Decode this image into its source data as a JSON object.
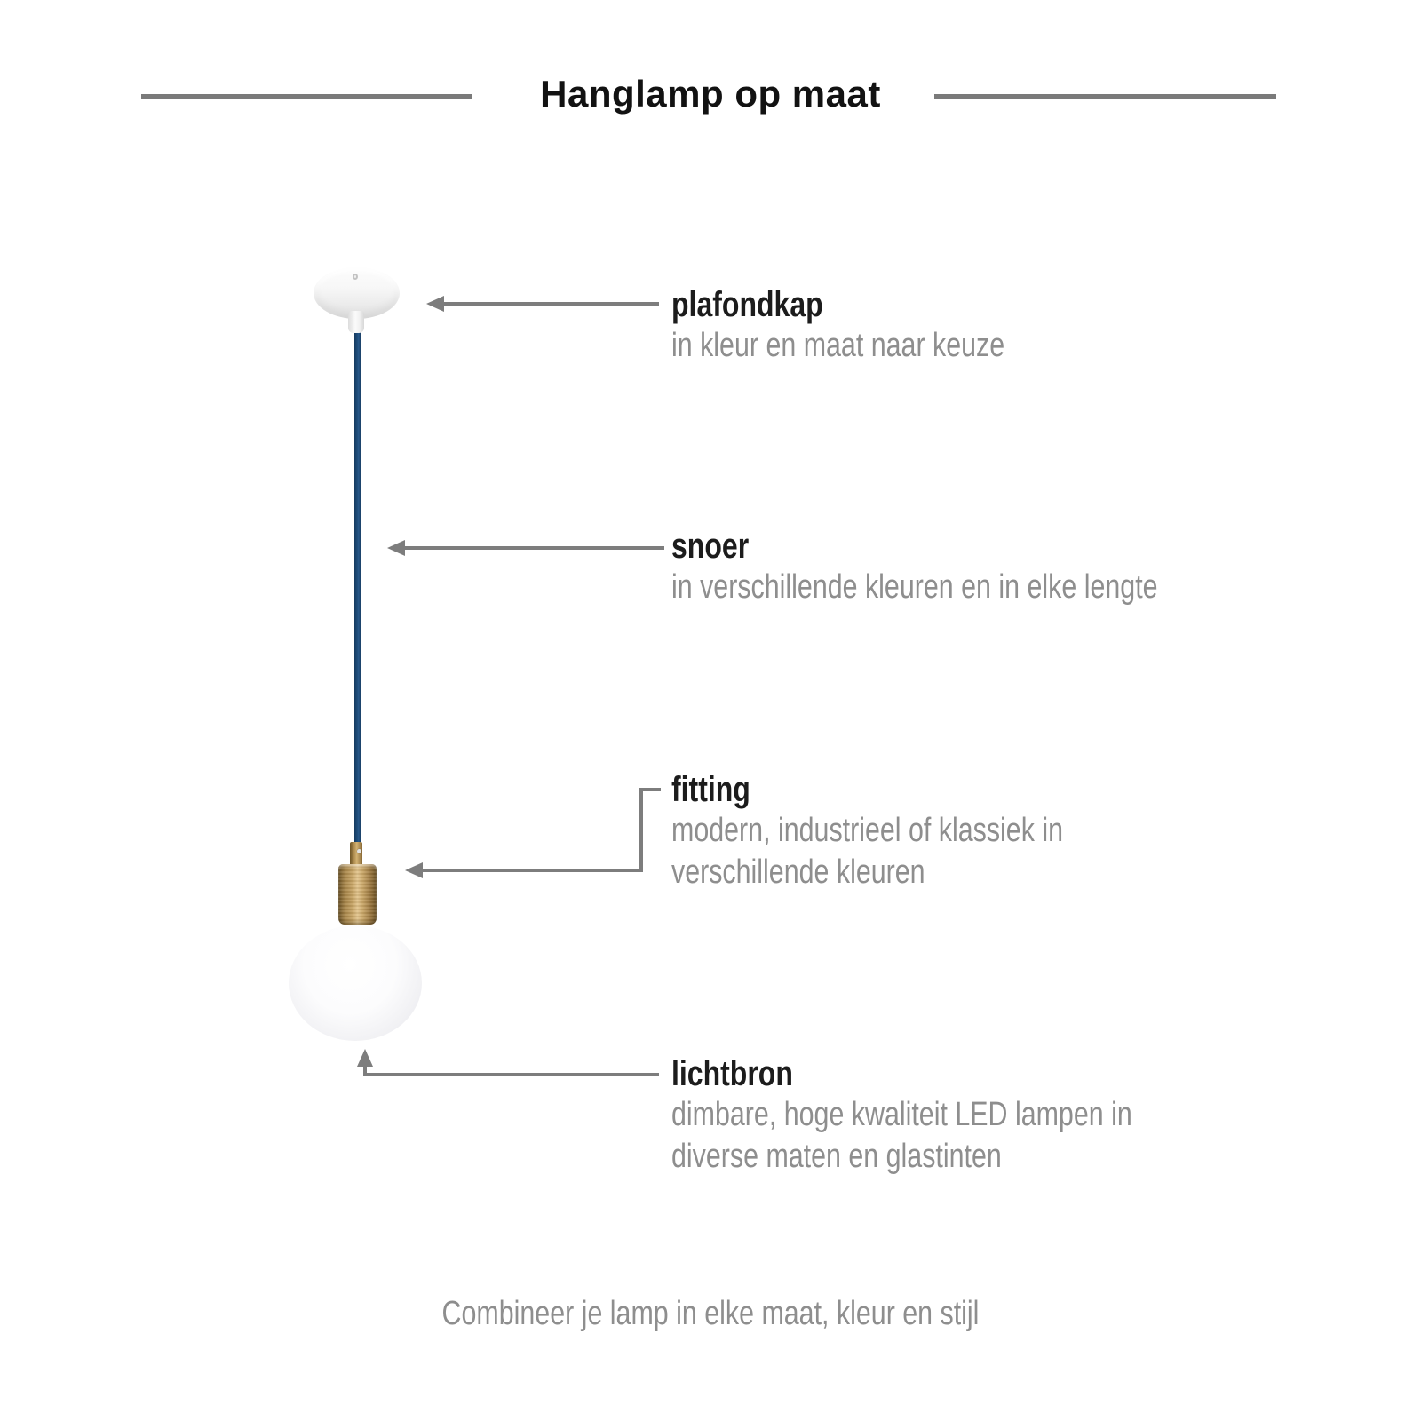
{
  "header": {
    "title": "Hanglamp op maat"
  },
  "annotations": [
    {
      "id": "plafondkap",
      "title": "plafondkap",
      "lines": [
        "in kleur en maat naar keuze"
      ]
    },
    {
      "id": "snoer",
      "title": "snoer",
      "lines": [
        "in verschillende kleuren en in elke lengte"
      ]
    },
    {
      "id": "fitting",
      "title": "fitting",
      "lines": [
        "modern, industrieel of klassiek in",
        "verschillende kleuren"
      ]
    },
    {
      "id": "lichtbron",
      "title": "lichtbron",
      "lines": [
        "dimbare, hoge kwaliteit LED lampen in",
        "diverse maten en glastinten"
      ]
    }
  ],
  "caption": {
    "text": "Combineer je lamp in elke maat, kleur en stijl"
  },
  "colors": {
    "background": "#ffffff",
    "title_text": "#121212",
    "label_text": "#1c1c1c",
    "subtitle_text": "#8e8e8e",
    "arrow": "#7d7d7d",
    "title_rule": "#7a7a7a",
    "cord_blue": "#1f4e7d",
    "fitting_brass": "#c9a667",
    "bulb_glass": "#f5f5f8",
    "ceiling_cap": "#f3f3f3"
  }
}
